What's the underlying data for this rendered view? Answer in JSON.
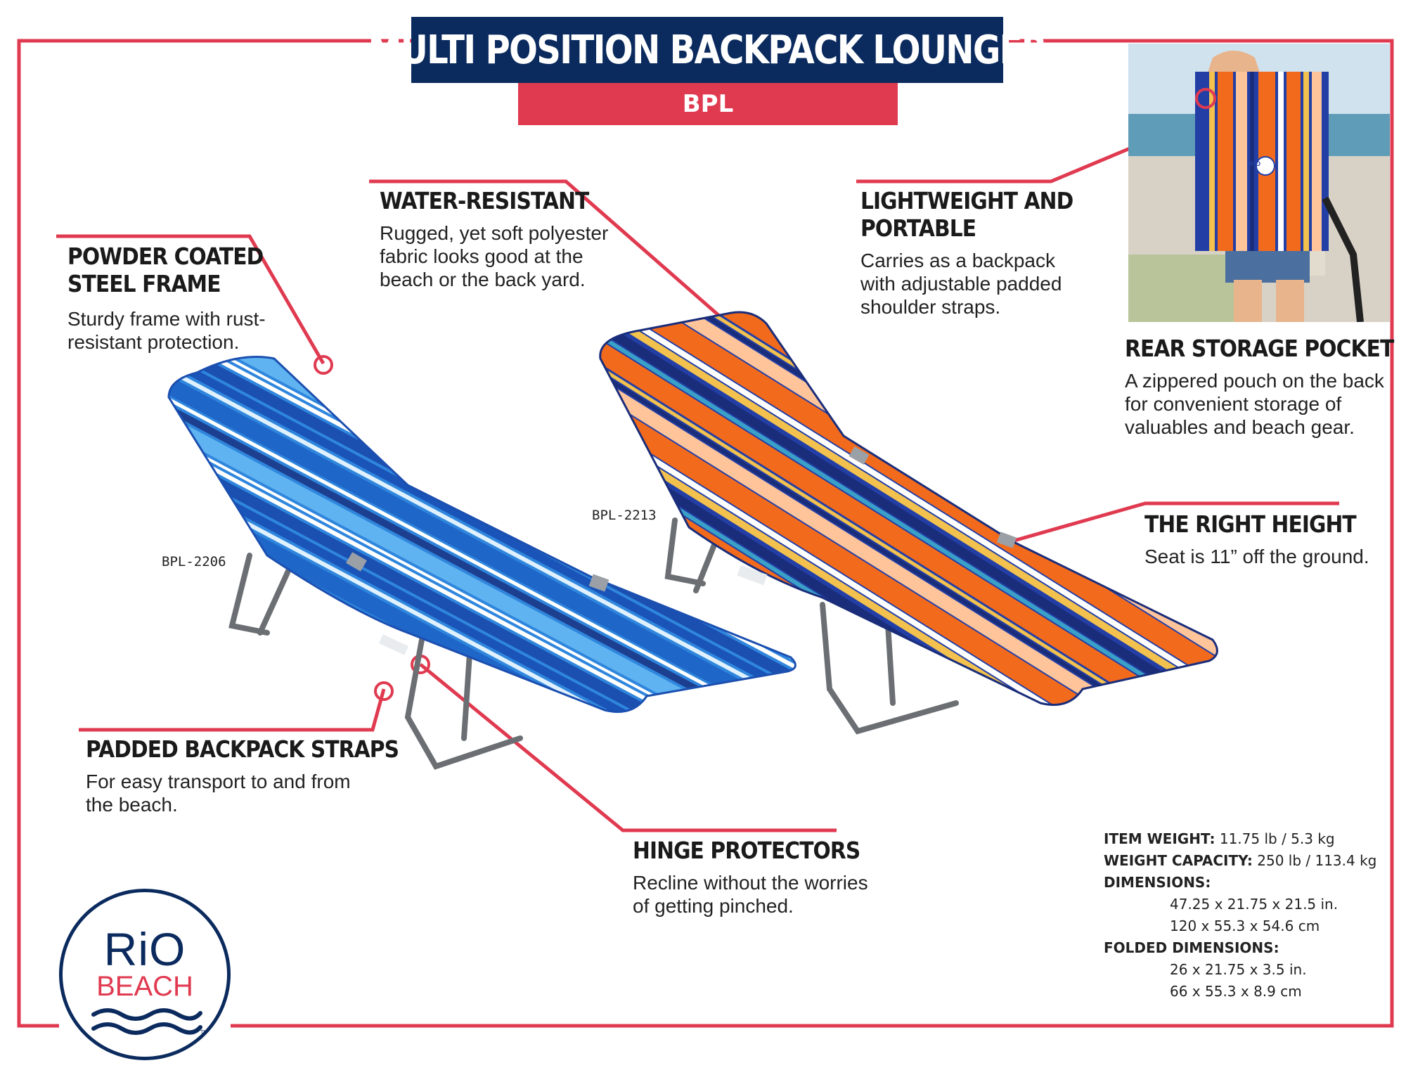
{
  "colors": {
    "navy": "#0b2a5e",
    "red": "#e03a50",
    "blue": "#2e7fd6",
    "orange": "#f26b1d"
  },
  "header": {
    "title": "MULTI POSITION BACKPACK LOUNGER",
    "subtitle": "BPL"
  },
  "features": {
    "frame": {
      "title_1": "POWDER COATED",
      "title_2": "STEEL FRAME",
      "desc_1": "Sturdy frame with rust-",
      "desc_2": "resistant protection."
    },
    "water": {
      "title": "WATER-RESISTANT",
      "desc_1": "Rugged, yet soft polyester",
      "desc_2": "fabric looks good at the",
      "desc_3": "beach or the back yard."
    },
    "light": {
      "title_1": "LIGHTWEIGHT AND",
      "title_2": "PORTABLE",
      "desc_1": "Carries as a backpack",
      "desc_2": "with adjustable padded",
      "desc_3": "shoulder straps."
    },
    "pocket": {
      "title": "REAR STORAGE POCKET",
      "desc_1": "A zippered pouch on the back",
      "desc_2": "for convenient storage of",
      "desc_3": "valuables and beach gear."
    },
    "height": {
      "title": "THE RIGHT HEIGHT",
      "desc": "Seat is 11” off the ground."
    },
    "straps": {
      "title": "PADDED BACKPACK STRAPS",
      "desc_1": "For easy transport to and from",
      "desc_2": "the beach."
    },
    "hinge": {
      "title": "HINGE PROTECTORS",
      "desc_1": "Recline without the worries",
      "desc_2": "of getting pinched."
    }
  },
  "models": {
    "blue": "BPL-2206",
    "orange": "BPL-2213"
  },
  "specs": {
    "weight_label": "ITEM WEIGHT:",
    "weight_value": "11.75 lb / 5.3 kg",
    "capacity_label": "WEIGHT CAPACITY:",
    "capacity_value": "250 lb / 113.4 kg",
    "dimensions_label": "DIMENSIONS:",
    "dim_in": "47.25 x 21.75 x 21.5 in.",
    "dim_cm": "120 x 55.3 x 54.6 cm",
    "folded_label": "FOLDED DIMENSIONS:",
    "folded_in": "26 x 21.75 x 3.5 in.",
    "folded_cm": "66 x 55.3 x 8.9 cm"
  },
  "logo": {
    "line1": "RiO",
    "line2": "BEACH",
    "mark": "TM"
  },
  "photo": {
    "badge": "RIO"
  }
}
